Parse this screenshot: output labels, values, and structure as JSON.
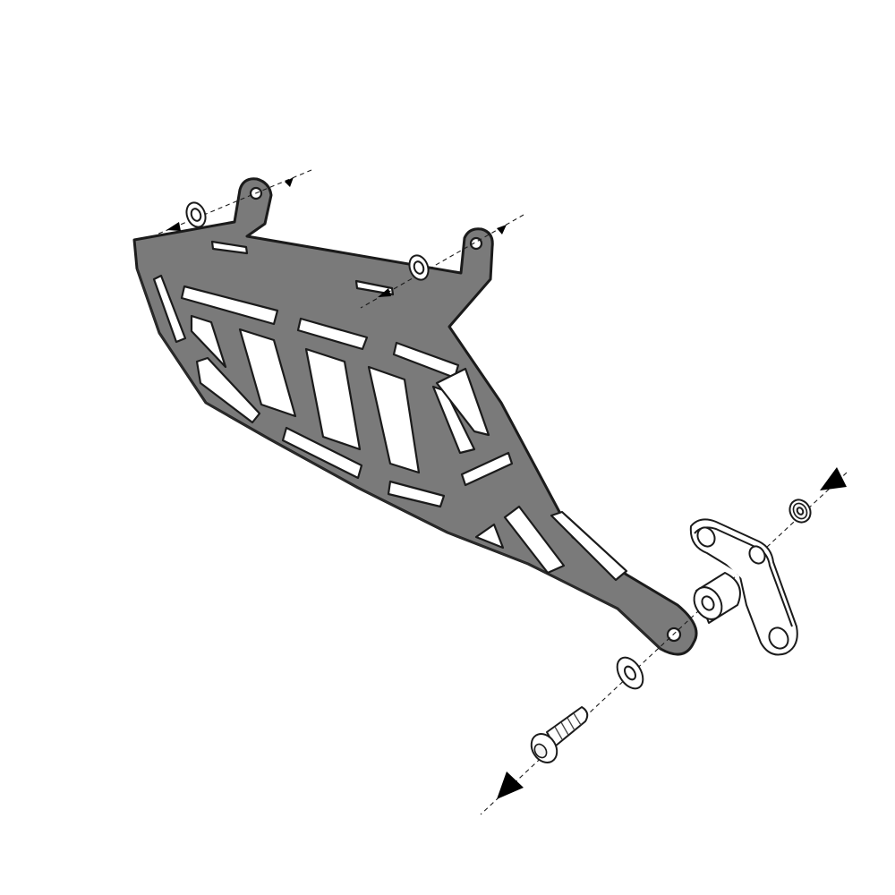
{
  "diagram": {
    "kind": "exploded-assembly",
    "colors": {
      "plate": "#7a7a7a",
      "outline": "#1b1b1b",
      "background": "#ffffff",
      "arrow": "#000000"
    },
    "parts": [
      {
        "name": "guard-plate"
      },
      {
        "name": "mounting-washer-top-left"
      },
      {
        "name": "mounting-washer-top-middle"
      },
      {
        "name": "rear-bracket"
      },
      {
        "name": "spacer-sleeve"
      },
      {
        "name": "flange-nut"
      },
      {
        "name": "lower-washer"
      },
      {
        "name": "mounting-bolt"
      }
    ],
    "arrows": [
      {
        "name": "arrow-top-left",
        "direction": "down-left"
      },
      {
        "name": "arrow-top-middle",
        "direction": "down-left"
      },
      {
        "name": "arrow-nut",
        "direction": "down-left"
      },
      {
        "name": "arrow-bolt",
        "direction": "down-left"
      }
    ]
  }
}
